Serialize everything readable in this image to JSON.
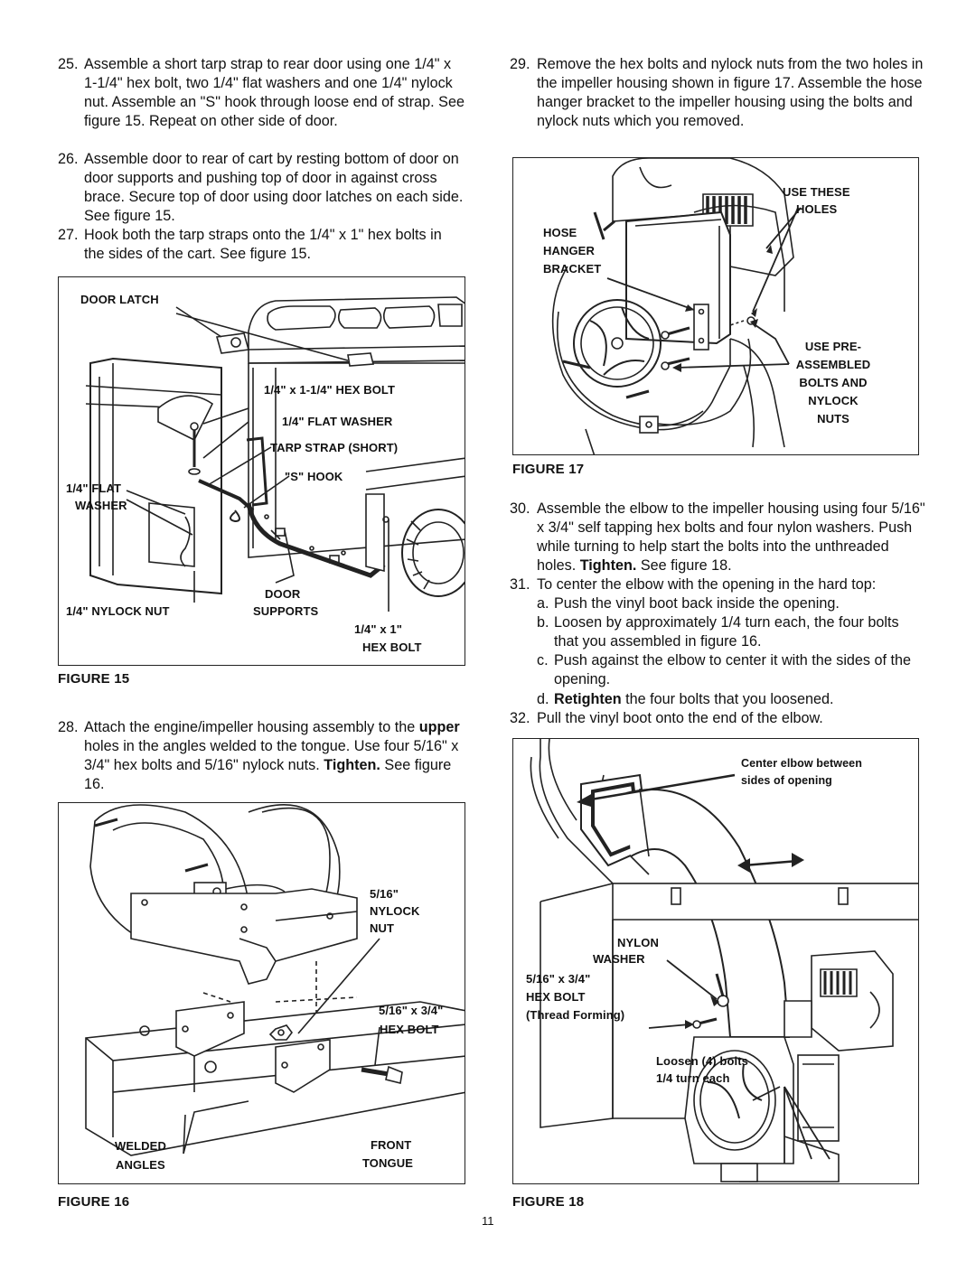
{
  "page_number": "11",
  "left_steps": [
    {
      "num": "25.",
      "text": "Assemble a short tarp strap to rear door using one 1/4\" x 1-1/4\" hex bolt, two 1/4\" flat washers and one 1/4\" nylock nut.  Assemble an \"S\" hook through loose end of strap. See figure 15. Repeat on other side of door."
    },
    {
      "num": "26.",
      "text": "Assemble door to rear of cart by resting bottom of door on door supports and pushing top of door in against cross brace. Secure top of door using door latches on each side. See figure 15."
    },
    {
      "num": "27.",
      "text": "Hook both the tarp straps onto the 1/4\" x 1\" hex bolts in the sides of the cart. See figure 15."
    }
  ],
  "step28": {
    "num": "28.",
    "text_a": "Attach the engine/impeller housing assembly to the ",
    "bold_a": "upper",
    "text_b": " holes in the angles welded to the tongue. Use four 5/16\" x 3/4\" hex bolts and 5/16\" nylock nuts. ",
    "bold_b": "Tighten.",
    "text_c": " See figure 16."
  },
  "step29": {
    "num": "29.",
    "text": "Remove the hex bolts and nylock nuts from the two holes in the impeller housing shown in figure 17. Assemble the hose hanger bracket to the impeller housing using the bolts and nylock nuts which you removed."
  },
  "step30": {
    "num": "30.",
    "text_a": "Assemble the elbow to the impeller housing using four 5/16\" x 3/4\" self tapping hex bolts and four nylon washers. Push while turning to help start the bolts into the unthreaded holes. ",
    "bold": "Tighten.",
    "text_b": " See figure 18."
  },
  "step31": {
    "num": "31.",
    "text": "To center the elbow with the opening in the hard top:",
    "subs": [
      {
        "letter": "a.",
        "text": "Push the vinyl boot back inside the opening."
      },
      {
        "letter": "b.",
        "text": "Loosen by approximately 1/4 turn each, the four bolts that you assembled in figure 16."
      },
      {
        "letter": "c.",
        "text": "Push against the elbow to center it with the sides of the opening."
      },
      {
        "letter": "d.",
        "bold": "Retighten",
        "text": " the four bolts that you loosened."
      }
    ]
  },
  "step32": {
    "num": "32.",
    "text": "Pull the vinyl boot onto the end of the elbow."
  },
  "figure15": {
    "caption": "FIGURE 15",
    "labels": {
      "door_latch": "DOOR LATCH",
      "hex_bolt_1_25": "1/4\" x 1-1/4\" HEX BOLT",
      "flat_washer_top": "1/4\" FLAT WASHER",
      "tarp_strap": "TARP STRAP (SHORT)",
      "s_hook": "\"S\" HOOK",
      "flat_washer_left_1": "1/4\" FLAT",
      "flat_washer_left_2": "WASHER",
      "door_supports_1": "DOOR",
      "door_supports_2": "SUPPORTS",
      "nylock_nut": "1/4\" NYLOCK NUT",
      "hex_bolt_1_1": "1/4\" x 1\"",
      "hex_bolt_1_2": "HEX BOLT"
    }
  },
  "figure16": {
    "caption": "FIGURE 16",
    "labels": {
      "nylock_1": "5/16\"",
      "nylock_2": "NYLOCK",
      "nylock_3": "NUT",
      "hexbolt_1": "5/16\" x 3/4\"",
      "hexbolt_2": "HEX BOLT",
      "welded_1": "WELDED",
      "welded_2": "ANGLES",
      "front_1": "FRONT",
      "front_2": "TONGUE"
    }
  },
  "figure17": {
    "caption": "FIGURE 17",
    "labels": {
      "use_these_1": "USE THESE",
      "use_these_2": "HOLES",
      "hose_1": "HOSE",
      "hose_2": "HANGER",
      "hose_3": "BRACKET",
      "use_pre_1": "USE PRE-",
      "use_pre_2": "ASSEMBLED",
      "use_pre_3": "BOLTS AND",
      "use_pre_4": "NYLOCK",
      "use_pre_5": "NUTS"
    }
  },
  "figure18": {
    "caption": "FIGURE 18",
    "labels": {
      "center_1": "Center elbow between",
      "center_2": "sides of opening",
      "nylon_1": "NYLON",
      "nylon_2": "WASHER",
      "hex_1": "5/16\" x 3/4\"",
      "hex_2": "HEX BOLT",
      "hex_3": "(Thread Forming)",
      "loosen_1": "Loosen (4) bolts",
      "loosen_2": "1/4 turn each"
    }
  }
}
